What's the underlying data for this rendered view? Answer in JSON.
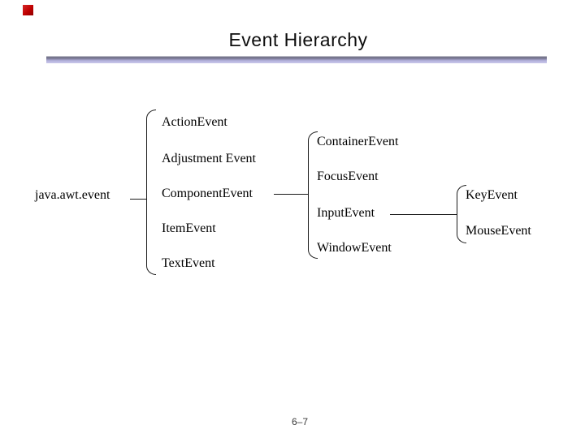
{
  "slide": {
    "title": "Event Hierarchy",
    "page_number": "6–7"
  },
  "hierarchy": {
    "root": "java.awt.event",
    "children": [
      "ActionEvent",
      "Adjustment Event",
      "ComponentEvent",
      "ItemEvent",
      "TextEvent"
    ],
    "component_children": [
      "ContainerEvent",
      "FocusEvent",
      "InputEvent",
      "WindowEvent"
    ],
    "input_children": [
      "KeyEvent",
      "MouseEvent"
    ]
  },
  "colors": {
    "marker_red": "#c00000",
    "rule_lavender": "#b4b2dc",
    "rule_shadow": "#64647c",
    "diagram_line": "#1a1a1a",
    "text": "#000000"
  }
}
